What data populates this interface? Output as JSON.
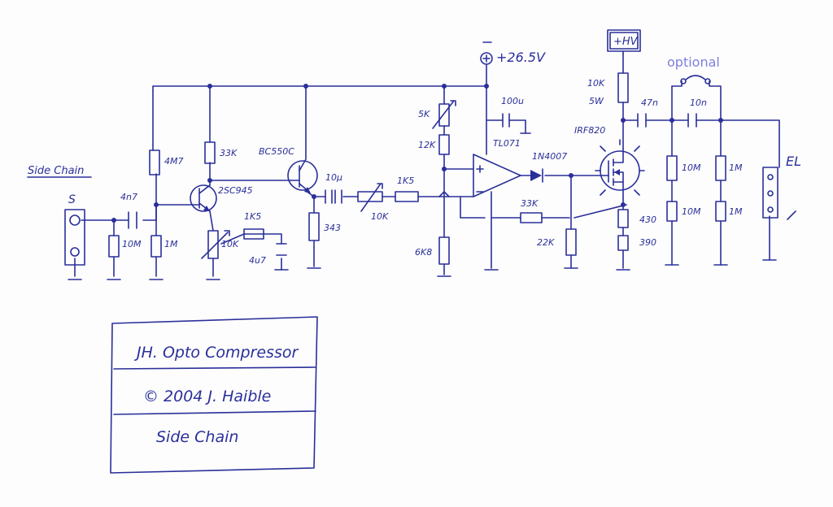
{
  "labels": {
    "side_chain_heading": "Side Chain",
    "input_jack": "S",
    "c_4n7_in": "4n7",
    "r_10m_in": "10M",
    "r_1m_in": "1M",
    "r_4m7": "4M7",
    "r_33k": "33K",
    "t1": "2SC945",
    "t2": "BC550C",
    "pot_10k_emitter": "10K",
    "r_1k5_a": "1K5",
    "c_4u7": "4u7",
    "c_10u": "10µ",
    "r_343": "343",
    "pot_10k_series": "10K",
    "r_1k5_b": "1K5",
    "pot_5k": "5K",
    "r_12k": "12K",
    "r_6k8": "6K8",
    "supply": "+26.5V",
    "c_100u": "100u",
    "opamp": "TL071",
    "diode": "1N4007",
    "r_33k_fb": "33K",
    "r_22k": "22K",
    "hv": "+HV",
    "r_10k_5w_a": "10K",
    "r_10k_5w_b": "5W",
    "mosfet": "IRF820",
    "c_47n": "47n",
    "c_10n": "10n",
    "optional": "optional",
    "r_430": "430",
    "r_390": "390",
    "r_10m_out_a": "10M",
    "r_10m_out_b": "10M",
    "r_1m_out_a": "1M",
    "r_1m_out_b": "1M",
    "el": "EL"
  },
  "title_block": {
    "line1": "JH. Opto Compressor",
    "line2": "© 2004 J. Haible",
    "line3": "Side Chain"
  }
}
